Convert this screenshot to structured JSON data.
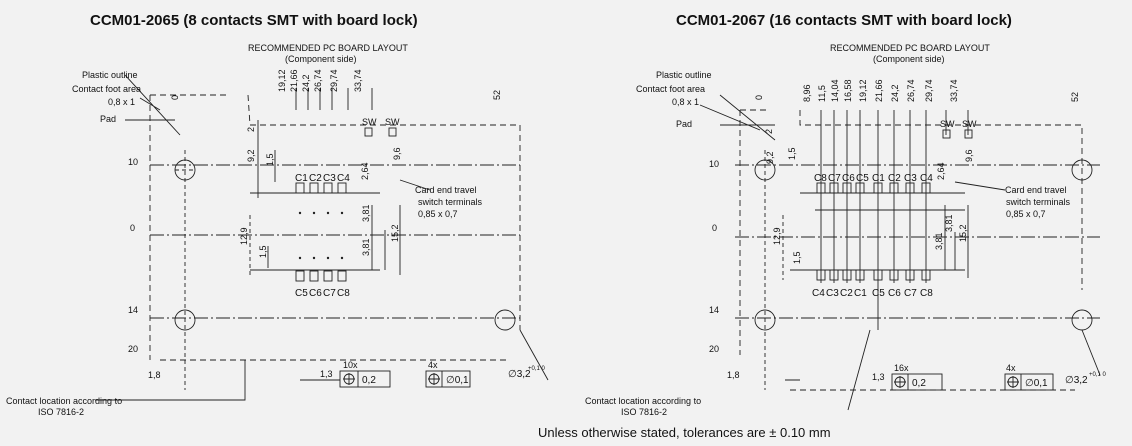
{
  "left": {
    "title": "CCM01-2065 (8 contacts SMT with board lock)",
    "layout_title": "RECOMMENDED PC BOARD LAYOUT",
    "layout_sub": "(Component side)",
    "plastic_outline": "Plastic outline",
    "contact_foot_1": "Contact foot area",
    "contact_foot_2": "0,8 x 1",
    "pad": "Pad",
    "card_end_1": "Card end travel",
    "card_end_2": "switch terminals",
    "card_end_3": "0,85 x 0,7",
    "contact_loc_1": "Contact location according to",
    "contact_loc_2": "ISO 7816-2",
    "top_dims": [
      "19,12",
      "21,66",
      "24,2",
      "26,74",
      "29,74",
      "33,74"
    ],
    "right_dim": "52",
    "left_dims": [
      "0",
      "10",
      "0",
      "14",
      "20"
    ],
    "top_zero": "0",
    "contacts_top": [
      "C1",
      "C2",
      "C3",
      "C4"
    ],
    "contacts_bottom": [
      "C5",
      "C6",
      "C7",
      "C8"
    ],
    "sw": [
      "SW",
      "SW"
    ],
    "dims": {
      "d2": "2",
      "d92": "9,2",
      "d15a": "1,5",
      "d264": "2,64",
      "d96": "9,6",
      "d129": "12,9",
      "d381a": "3,81",
      "d381b": "3,81",
      "d152": "15,2",
      "d15b": "1,5",
      "d18": "1,8",
      "d13": "1,3"
    },
    "tol1_mult": "10x",
    "tol1_val": "0,2",
    "tol2_mult": "4x",
    "tol2_val": "∅0,1",
    "hole": "∅3,2",
    "hole_tol": "+0,1 0"
  },
  "right": {
    "title": "CCM01-2067 (16 contacts SMT with board lock)",
    "layout_title": "RECOMMENDED PC BOARD LAYOUT",
    "layout_sub": "(Component side)",
    "plastic_outline": "Plastic outline",
    "contact_foot_1": "Contact foot area",
    "contact_foot_2": "0,8 x 1",
    "pad": "Pad",
    "card_end_1": "Card end travel",
    "card_end_2": "switch terminals",
    "card_end_3": "0,85 x 0,7",
    "contact_loc_1": "Contact location according to",
    "contact_loc_2": "ISO 7816-2",
    "top_dims": [
      "8,96",
      "11,5",
      "14,04",
      "16,58",
      "19,12",
      "21,66",
      "24,2",
      "26,74",
      "29,74",
      "33,74"
    ],
    "right_dim": "52",
    "left_dims": [
      "0",
      "10",
      "0",
      "14",
      "20"
    ],
    "top_zero": "0",
    "contacts_top": [
      "C8",
      "C7",
      "C6",
      "C5",
      "C1",
      "C2",
      "C3",
      "C4"
    ],
    "contacts_bottom": [
      "C4",
      "C3",
      "C2",
      "C1",
      "C5",
      "C6",
      "C7",
      "C8"
    ],
    "sw": [
      "SW",
      "SW"
    ],
    "dims": {
      "d2": "2",
      "d92": "9,2",
      "d15a": "1,5",
      "d264": "2,64",
      "d96": "9,6",
      "d129": "12,9",
      "d381a": "3,81",
      "d381b": "3,81",
      "d152": "15,2",
      "d15b": "1,5",
      "d18": "1,8",
      "d13": "1,3"
    },
    "tol1_mult": "16x",
    "tol1_val": "0,2",
    "tol2_mult": "4x",
    "tol2_val": "∅0,1",
    "hole": "∅3,2",
    "hole_tol": "+0,1 0"
  },
  "footer_note": "Unless otherwise stated, tolerances are ± 0.10 mm"
}
